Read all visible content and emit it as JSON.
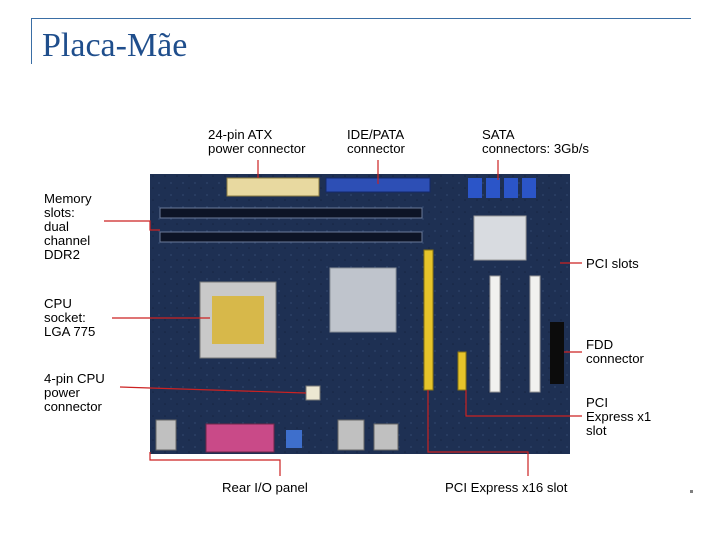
{
  "slide": {
    "title": "Placa-Mãe"
  },
  "labels": {
    "atx": "24-pin ATX\npower connector",
    "ide": "IDE/PATA\nconnector",
    "sata": "SATA\nconnectors: 3Gb/s",
    "memory": "Memory\nslots:\ndual\nchannel\nDDR2",
    "pci": "PCI slots",
    "cpu_socket": "CPU\nsocket:\nLGA 775",
    "fdd": "FDD\nconnector",
    "cpu_power": "4-pin CPU\npower\nconnector",
    "pcie_x1": "PCI\nExpress x1\nslot",
    "rear_io": "Rear I/O panel",
    "pcie_x16": "PCI Express x16 slot"
  },
  "colors": {
    "title": "#1f4e8c",
    "callout_line": "#cc2222",
    "board": "#1b2a4a"
  }
}
